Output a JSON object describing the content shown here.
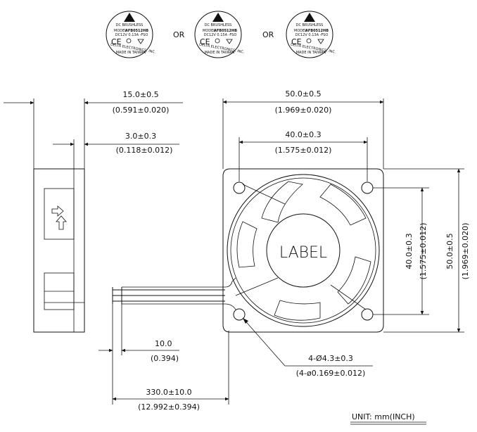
{
  "labels": {
    "or_1": "OR",
    "or_2": "OR",
    "brand_line": "DC BRUSHLESS",
    "model_line": "AFB0512HB",
    "spec_a": "DC12V 0.13A -FSO",
    "spec_b": "DC12V 0.15A -FSO",
    "maker": "DELTA ELECTRONICS, INC.",
    "origin": "MADE IN TAIWAN",
    "model_prefix": "MODEL",
    "ce_mark": "CE"
  },
  "dimensions": {
    "side_width": "15.0±0.5",
    "side_width_in": "(0.591±0.020)",
    "flange": "3.0±0.3",
    "flange_in": "(0.118±0.012)",
    "overall_width": "50.0±0.5",
    "overall_width_in": "(1.969±0.020)",
    "hole_pitch_h": "40.0±0.3",
    "hole_pitch_h_in": "(1.575±0.012)",
    "hole_pitch_v": "40.0±0.3",
    "hole_pitch_v_in": "(1.575±0.012)",
    "overall_height": "50.0±0.5",
    "overall_height_in": "(1.969±0.020)",
    "strip": "10.0",
    "strip_in": "(0.394)",
    "lead_length": "330.0±10.0",
    "lead_length_in": "(12.992±0.394)",
    "hole_dia": "4-Ø4.3±0.3",
    "hole_dia_in": "(4-ø0.169±0.012)"
  },
  "center_label": "LABEL",
  "unit": "UNIT:  mm(INCH)"
}
